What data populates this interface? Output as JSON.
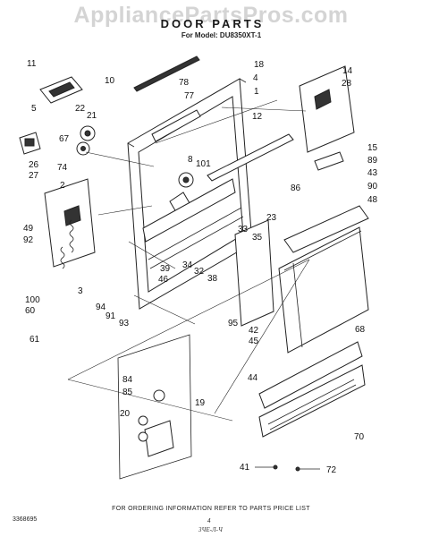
{
  "watermark": "AppliancePartsPros.com",
  "header": {
    "title": "DOOR PARTS",
    "model_line": "For Model: DU8350XT-1"
  },
  "callouts": [
    "11",
    "10",
    "18",
    "78",
    "77",
    "4",
    "1",
    "5",
    "22",
    "21",
    "67",
    "14",
    "28",
    "12",
    "8",
    "26",
    "27",
    "74",
    "101",
    "15",
    "89",
    "2",
    "43",
    "90",
    "48",
    "86",
    "49",
    "92",
    "33",
    "35",
    "23",
    "39",
    "34",
    "32",
    "38",
    "46",
    "3",
    "100",
    "60",
    "94",
    "91",
    "93",
    "61",
    "42",
    "95",
    "45",
    "68",
    "44",
    "84",
    "85",
    "19",
    "20",
    "70",
    "41",
    "72"
  ],
  "footer": {
    "ordering_note": "FOR ORDERING INFORMATION REFER TO PARTS PRICE LIST",
    "catalog_number": "3368695",
    "page_mark": "4",
    "handwritten_note": "3ЧЕ-Л-Ч"
  }
}
